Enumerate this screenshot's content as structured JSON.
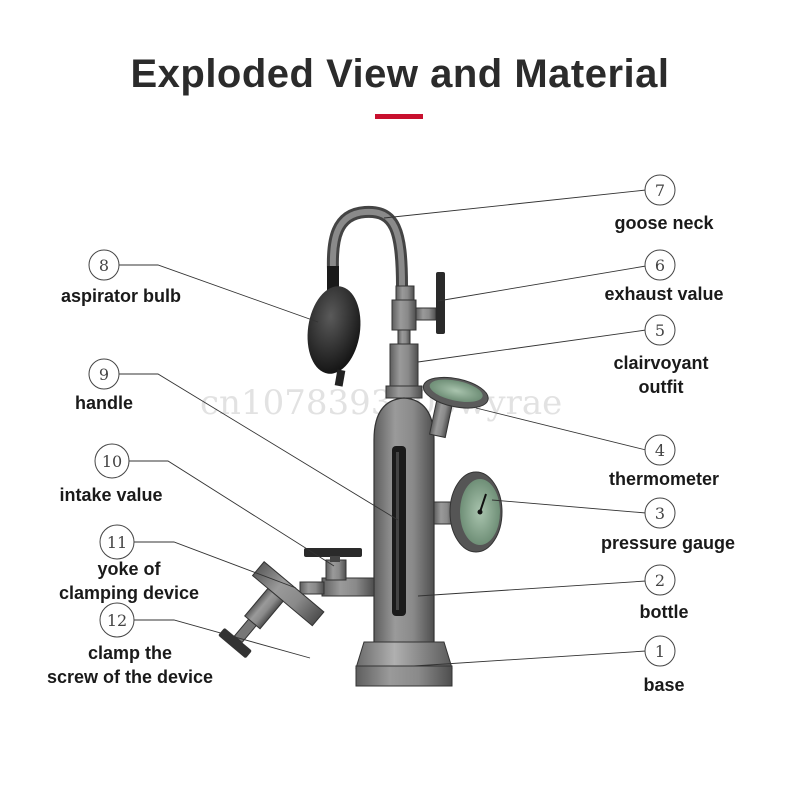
{
  "title": "Exploded View and Material",
  "accent_color": "#c8102e",
  "watermark": "cn1078393900wyrae",
  "parts": [
    {
      "number": "1",
      "label_lines": [
        "base"
      ]
    },
    {
      "number": "2",
      "label_lines": [
        "bottle"
      ]
    },
    {
      "number": "3",
      "label_lines": [
        "pressure gauge"
      ]
    },
    {
      "number": "4",
      "label_lines": [
        "thermometer"
      ]
    },
    {
      "number": "5",
      "label_lines": [
        "clairvoyant",
        "outfit"
      ]
    },
    {
      "number": "6",
      "label_lines": [
        "exhaust value"
      ]
    },
    {
      "number": "7",
      "label_lines": [
        "goose neck"
      ]
    },
    {
      "number": "8",
      "label_lines": [
        "aspirator bulb"
      ]
    },
    {
      "number": "9",
      "label_lines": [
        "handle"
      ]
    },
    {
      "number": "10",
      "label_lines": [
        "intake value"
      ]
    },
    {
      "number": "11",
      "label_lines": [
        "yoke of",
        "clamping device"
      ]
    },
    {
      "number": "12",
      "label_lines": [
        "clamp the",
        "screw of the device"
      ]
    }
  ]
}
